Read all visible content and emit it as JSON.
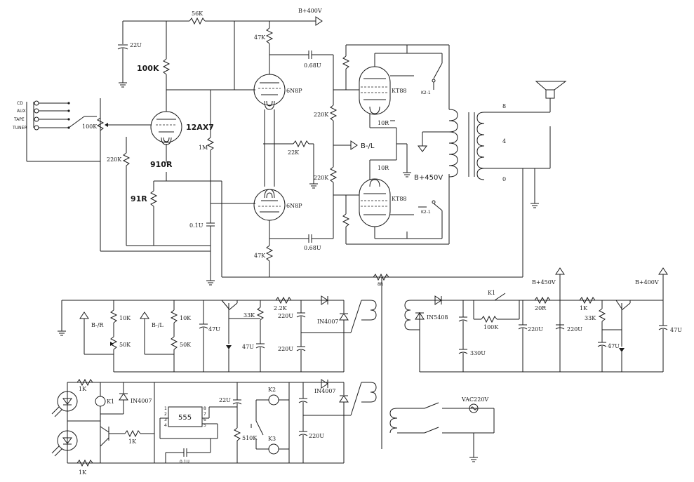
{
  "inputs": [
    "CD",
    "AUX",
    "TAPE",
    "TUNER"
  ],
  "labels": {
    "r_56k": "56K",
    "b400_top": "B+400V",
    "c_22u_top": "22U",
    "r_47k_top": "47K",
    "c_068_top": "0.68U",
    "r_100k_plate": "100K",
    "tube_6n8p_top": "6N8P",
    "tube_kt88_top": "KT88",
    "relay_k2_top": "K2-1",
    "r_100k_vol": "100K",
    "tube_12ax7": "12AX7",
    "r_220k_top": "220K",
    "r_10r_top": "10R",
    "bl_center": "B-/L",
    "r_10r_bot": "10R",
    "tap_8": "8",
    "tap_4": "4",
    "tap_0": "0",
    "r_1m": "1M",
    "r_22k": "22K",
    "r_220k_left": "220K",
    "r_910r": "910R",
    "r_220k_bot": "220K",
    "b450_center": "B+450V",
    "r_91r": "91R",
    "tube_6n8p_bot": "6N8P",
    "tube_kt88_bot": "KT88",
    "c_01u": "0.1U",
    "relay_k2_bot": "K2-1",
    "c_068_bot": "0.68U",
    "r_47k_bot": "47K",
    "r_8r": "8R",
    "b450_right": "B+450V",
    "b400_right": "B+400V",
    "k1": "K1",
    "bmr": "B-/R",
    "bml": "B-/L",
    "r_10k_a": "10K",
    "r_10k_b": "10K",
    "r_33k_a": "33K",
    "r_2_2k": "2.2K",
    "d_in4007_a": "IN4007",
    "c_220u_a": "220U",
    "c_47u_a": "47U",
    "r_50k_a": "50K",
    "r_50k_b": "50K",
    "c_47u_b": "47U",
    "c_220u_b": "220U",
    "d_in5408": "IN5408",
    "r_20r": "20R",
    "r_1k_a": "1K",
    "r_100k_psu": "100K",
    "c_220u_c": "220U",
    "c_220u_d": "220U",
    "r_33k_b": "33K",
    "c_47u_c": "47U",
    "c_47u_d": "47U",
    "c_330u": "330U",
    "r_1k_b": "1K",
    "k1_b": "K1",
    "d_in4007_b": "IN4007",
    "d_in4007_c": "IN4007",
    "c_22u_b": "22U",
    "k2": "K2",
    "ic_555": "555",
    "r_510k": "510K",
    "k3": "K3",
    "c_220u_e": "220U",
    "r_1k_c": "1K",
    "c_01u_b": "0.1U",
    "r_1k_d": "1K",
    "vac": "VAC220V"
  }
}
